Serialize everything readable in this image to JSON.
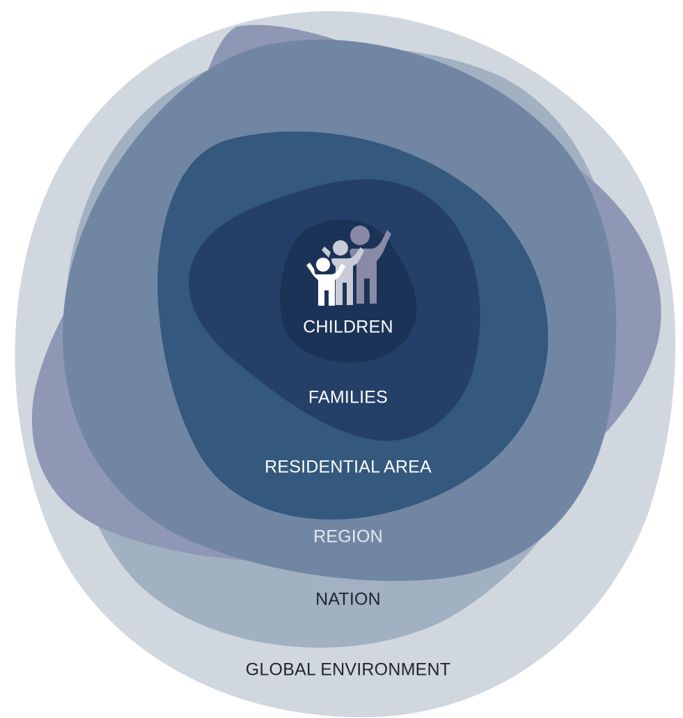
{
  "diagram": {
    "labels": {
      "children": "CHILDREN",
      "families": "FAMILIES",
      "residential_area": "RESIDENTIAL AREA",
      "region": "REGION",
      "nation": "NATION",
      "global_environment": "GLOBAL ENVIRONMENT"
    },
    "colors": {
      "global_environment": "#d1d7df",
      "nation": "#a2b1c2",
      "region_wide": "#8e98b4",
      "region_tall": "#7186a3",
      "residential_area": "#34587e",
      "families": "#243f68",
      "children": "#1c3358",
      "icon_front": "#ffffff",
      "icon_middle": "#c9ccd8",
      "icon_back": "#8a8aa6",
      "label_light": "#ffffff",
      "label_region": "#e6eaf0",
      "label_dark": "#1f2430"
    },
    "icon": "family-icon"
  }
}
